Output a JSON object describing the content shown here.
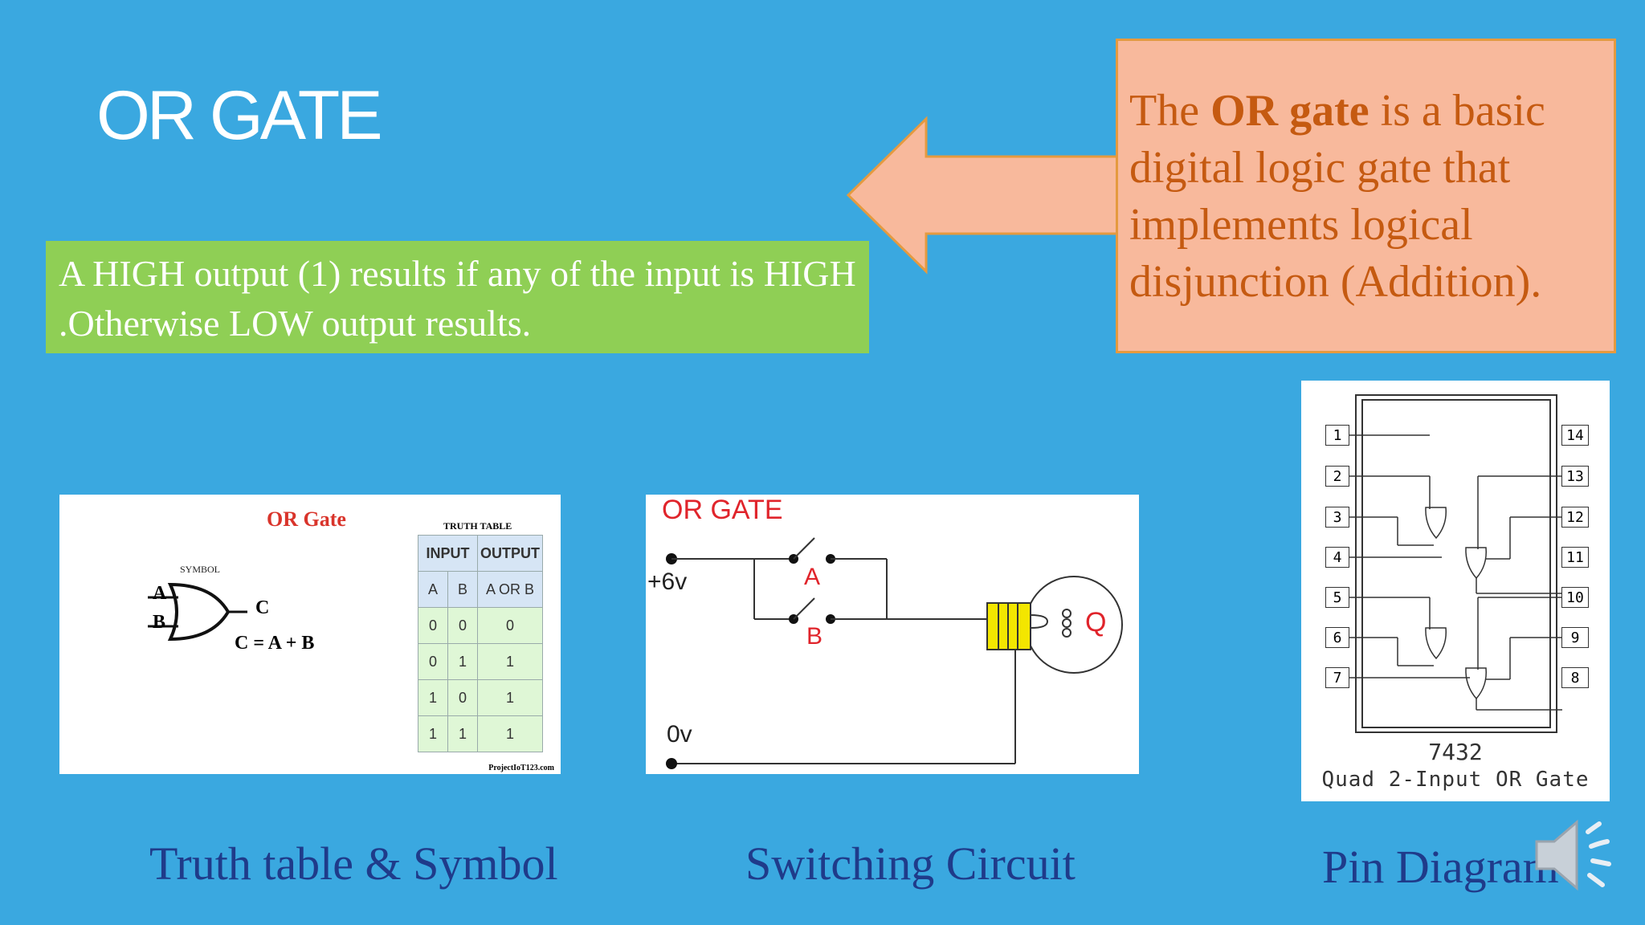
{
  "slide": {
    "title": "OR GATE",
    "highlight_text": "A HIGH output (1) results if any of the input is HIGH .Otherwise LOW output results.",
    "callout": {
      "prefix": "The ",
      "bold": "OR gate",
      "suffix": " is a basic digital logic gate that implements logical disjunction (Addition)."
    },
    "colors": {
      "background": "#3aa8e0",
      "highlight": "#8fcf55",
      "callout": "#f8b99c",
      "caption": "#1f3b8a"
    }
  },
  "panel_symbol": {
    "heading": "OR Gate",
    "symbol_label": "SYMBOL",
    "input_a": "A",
    "input_b": "B",
    "output": "C",
    "equation": "C = A + B",
    "truth_table_title": "TRUTH TABLE",
    "header_input": "INPUT",
    "header_output": "OUTPUT",
    "col_a": "A",
    "col_b": "B",
    "col_out": "A OR B",
    "rows": [
      [
        "0",
        "0",
        "0"
      ],
      [
        "0",
        "1",
        "1"
      ],
      [
        "1",
        "0",
        "1"
      ],
      [
        "1",
        "1",
        "1"
      ]
    ],
    "credit": "ProjectIoT123.com"
  },
  "panel_circuit": {
    "heading": "OR GATE",
    "supply": "+6v",
    "ground": "0v",
    "switch_a": "A",
    "switch_b": "B",
    "lamp": "Q"
  },
  "panel_pins": {
    "left_pins": [
      "1",
      "2",
      "3",
      "4",
      "5",
      "6",
      "7"
    ],
    "right_pins": [
      "14",
      "13",
      "12",
      "11",
      "10",
      "9",
      "8"
    ],
    "chip": "7432",
    "description": "Quad 2-Input OR Gate"
  },
  "captions": {
    "symbol": "Truth table & Symbol",
    "circuit": "Switching Circuit",
    "pins": "Pin Diagram"
  },
  "icons": {
    "audio": "speaker-icon"
  }
}
